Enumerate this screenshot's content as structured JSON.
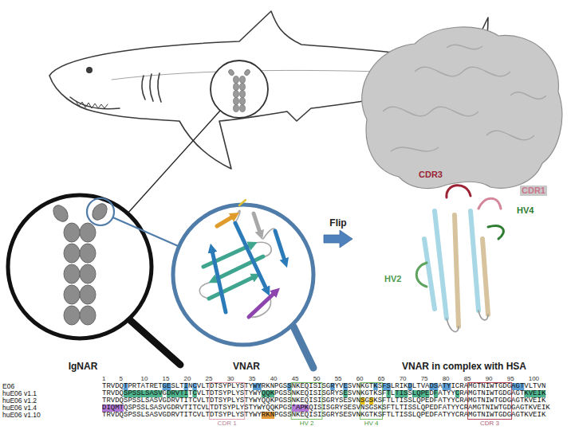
{
  "diagram": {
    "nodes": [
      {
        "text": [
          "IgNAR"
        ]
      },
      {
        "text": [
          "VNAR"
        ]
      },
      {
        "text": [
          "VNAR in complex with HSA"
        ]
      }
    ],
    "edges": [
      {
        "from": 1,
        "to": 2,
        "arrow": "to",
        "label": "Flip"
      }
    ],
    "labels": [
      "CDR3",
      "CDR1",
      "HV4",
      "HV2",
      "1",
      "5",
      "10",
      "15",
      "20",
      "25",
      "30",
      "35",
      "40",
      "45",
      "50",
      "55",
      "60",
      "65",
      "70",
      "75",
      "80",
      "85",
      "90",
      "95",
      "100",
      "E06",
      "TRVDQTPRTATRETGESLTINCVLTDTSYPLYSTYWYRKNPGSSNKEQISISGRYVESVNKGTKSFSLRIKDLTVADSATYICRAMGTNIWTGDGAGTVLTVN",
      "huE06 v1.1",
      "TRVDQSPSSLSASVGDRVTITCVLTDTSYPLYSTYWYQQKPGSSNKEQISISGRYSESVNKGTKSFTLTISSLQPEDFATYYCRAMGTNIWTGDGAGTKVEIK",
      "huE06 v1.2",
      "TRVDQSPSSLSASVGDRVTITCVLTDTSYPLYSTYWYQQKPGSSNKEQISISGRYSESVNSGSKSFTLTISSLQPEDFATYYCRAMGTNIWTGDGAGTKVEIK",
      "huE06 v1.4",
      "DIQMTQSPSSLSASVGDRVTITCVLTDTSYPLYSTYWYQQKPGS*APKQISISGRYSESVNSGSKSFTLTISSLQPEDFATYYCRAMGTNIWTGDGAGTKVEIK",
      "huE06 v1.10",
      "TRVDQSPSSLSASVGDRVTITCVLTDTSYPLYSTYWYRKNPGSSNKEQISISGRYSESVNKGTKSFTLTISSLQPEDFATYYCRAMGTNIWTGDGAGTKVEIK",
      "CDR 1",
      "HV 2",
      "HV 4",
      "CDR 3"
    ]
  }
}
